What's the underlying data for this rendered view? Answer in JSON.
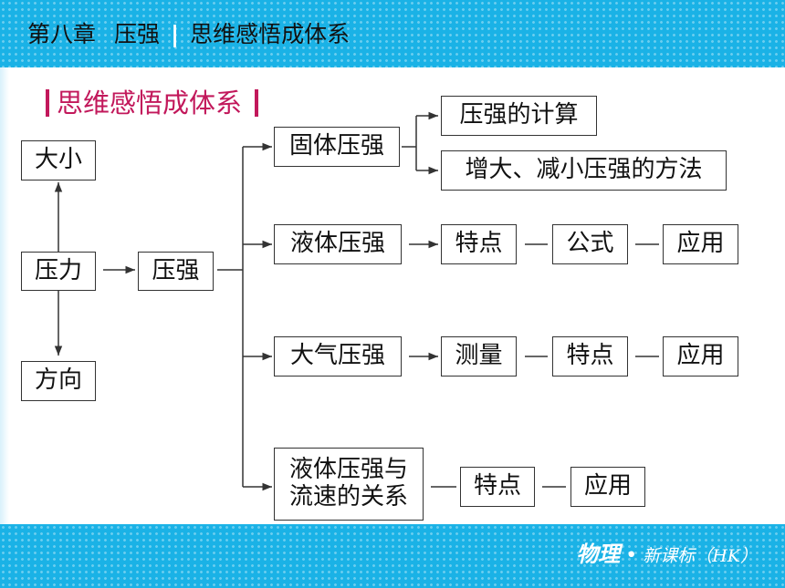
{
  "header": {
    "chapter": "第八章",
    "topic": "压强",
    "separator": "|",
    "section": "思维感悟成体系"
  },
  "section_title": "思维感悟成体系",
  "nodes": {
    "daxiao": "大小",
    "yali": "压力",
    "fangxiang": "方向",
    "yaqiang": "压强",
    "guti": "固体压强",
    "jisuan": "压强的计算",
    "zengda": "增大、减小压强的方法",
    "yeti": "液体压强",
    "yeti_tedian": "特点",
    "yeti_gongshi": "公式",
    "yeti_yingyong": "应用",
    "daqi": "大气压强",
    "daqi_celiang": "测量",
    "daqi_tedian": "特点",
    "daqi_yingyong": "应用",
    "liusu_line1": "液体压强与",
    "liusu_line2": "流速的关系",
    "liusu_tedian": "特点",
    "liusu_yingyong": "应用"
  },
  "footer": {
    "subject": "物理",
    "dot": "•",
    "standard": "新课标（HK）"
  },
  "colors": {
    "band": "#1ab2e6",
    "section_title": "#c2185b",
    "box_border": "#333333"
  }
}
